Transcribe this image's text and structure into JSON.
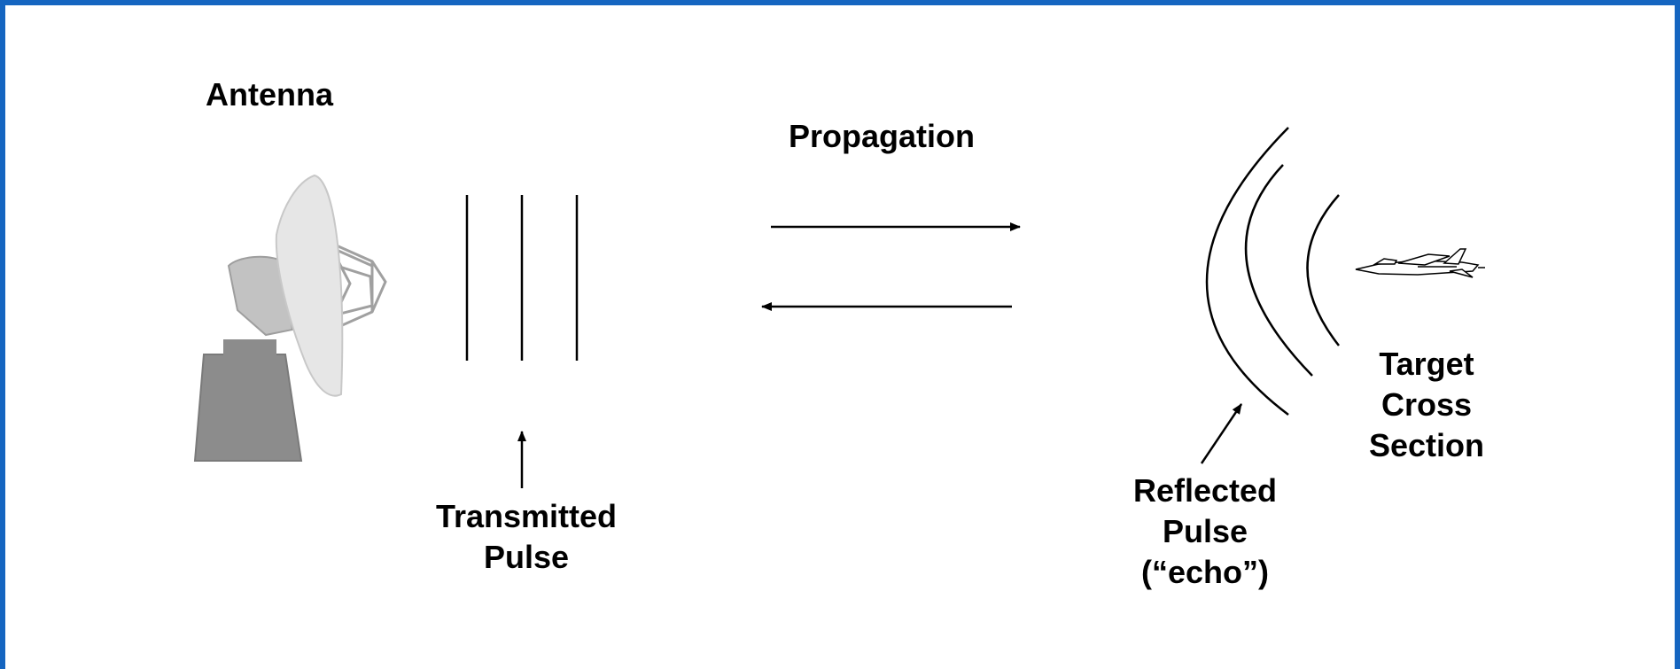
{
  "labels": {
    "antenna": "Antenna",
    "propagation": "Propagation",
    "transmitted_line1": "Transmitted",
    "transmitted_line2": "Pulse",
    "reflected_line1": "Reflected",
    "reflected_line2": "Pulse",
    "reflected_line3": "(“echo”)",
    "target_line1": "Target",
    "target_line2": "Cross",
    "target_line3": "Section"
  },
  "colors": {
    "border": "#1565c0",
    "ink": "#000000",
    "dish": "#e6e6e6",
    "pedestal": "#8c8c8c",
    "mount": "#bdbdbd"
  },
  "icons": {
    "antenna": "radar-dish-icon",
    "target": "fighter-jet-icon"
  }
}
